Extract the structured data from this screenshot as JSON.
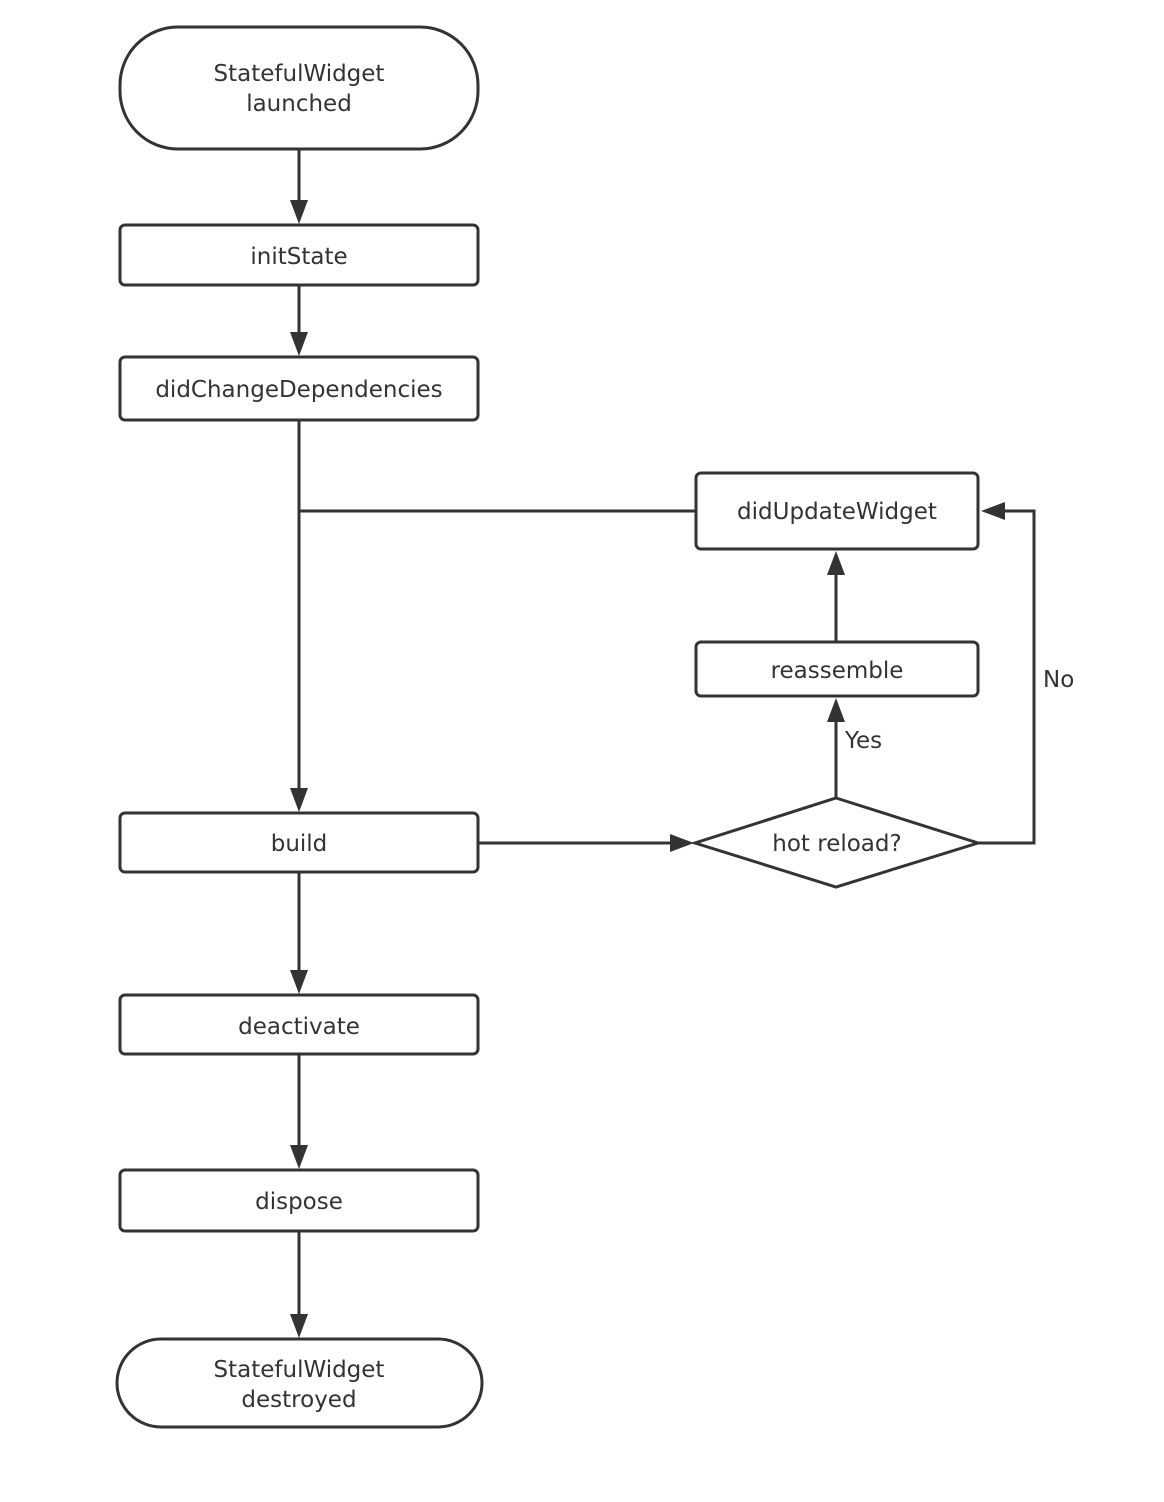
{
  "diagram": {
    "nodes": {
      "launched": {
        "line1": "StatefulWidget",
        "line2": "launched"
      },
      "init_state": {
        "label": "initState"
      },
      "did_change_dependencies": {
        "label": "didChangeDependencies"
      },
      "did_update_widget": {
        "label": "didUpdateWidget"
      },
      "reassemble": {
        "label": "reassemble"
      },
      "build": {
        "label": "build"
      },
      "hot_reload": {
        "label": "hot reload?"
      },
      "deactivate": {
        "label": "deactivate"
      },
      "dispose": {
        "label": "dispose"
      },
      "destroyed": {
        "line1": "StatefulWidget",
        "line2": "destroyed"
      }
    },
    "edges": {
      "yes_label": "Yes",
      "no_label": "No"
    },
    "colors": {
      "stroke": "#333333",
      "fill": "#ffffff",
      "text": "#333333"
    }
  }
}
